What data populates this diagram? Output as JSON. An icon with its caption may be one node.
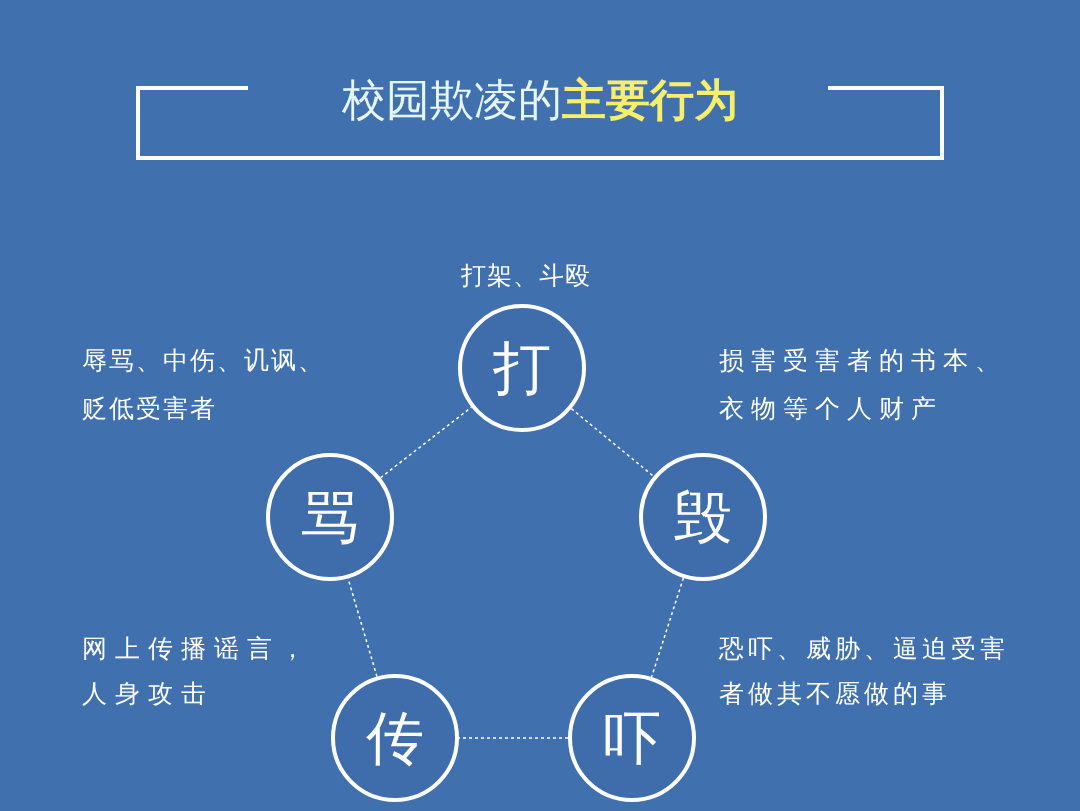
{
  "diagram": {
    "title": "校园欺凌的**主要行为**",
    "nodes": [
      {
        "text": [
          "打"
        ],
        "beside": [
          "打架、斗殴"
        ]
      },
      {
        "text": [
          "毁"
        ],
        "beside": [
          "损害受害者的书本、衣物等个人财产"
        ]
      },
      {
        "text": [
          "吓"
        ],
        "beside": [
          "恐吓、威胁、逼迫受害者做其不愿做的事"
        ]
      },
      {
        "text": [
          "传"
        ],
        "beside": [
          "网上传播谣言，人身攻击"
        ]
      },
      {
        "text": [
          "骂"
        ],
        "beside": [
          "辱骂、中伤、讥讽、贬低受害者"
        ]
      }
    ],
    "edges": [
      {
        "from": 0,
        "to": 1,
        "arrow": "none",
        "style": "dashed"
      },
      {
        "from": 1,
        "to": 2,
        "arrow": "none",
        "style": "dashed"
      },
      {
        "from": 2,
        "to": 3,
        "arrow": "none",
        "style": "dashed"
      },
      {
        "from": 3,
        "to": 4,
        "arrow": "none",
        "style": "dashed"
      },
      {
        "from": 4,
        "to": 0,
        "arrow": "none",
        "style": "dashed"
      }
    ]
  }
}
